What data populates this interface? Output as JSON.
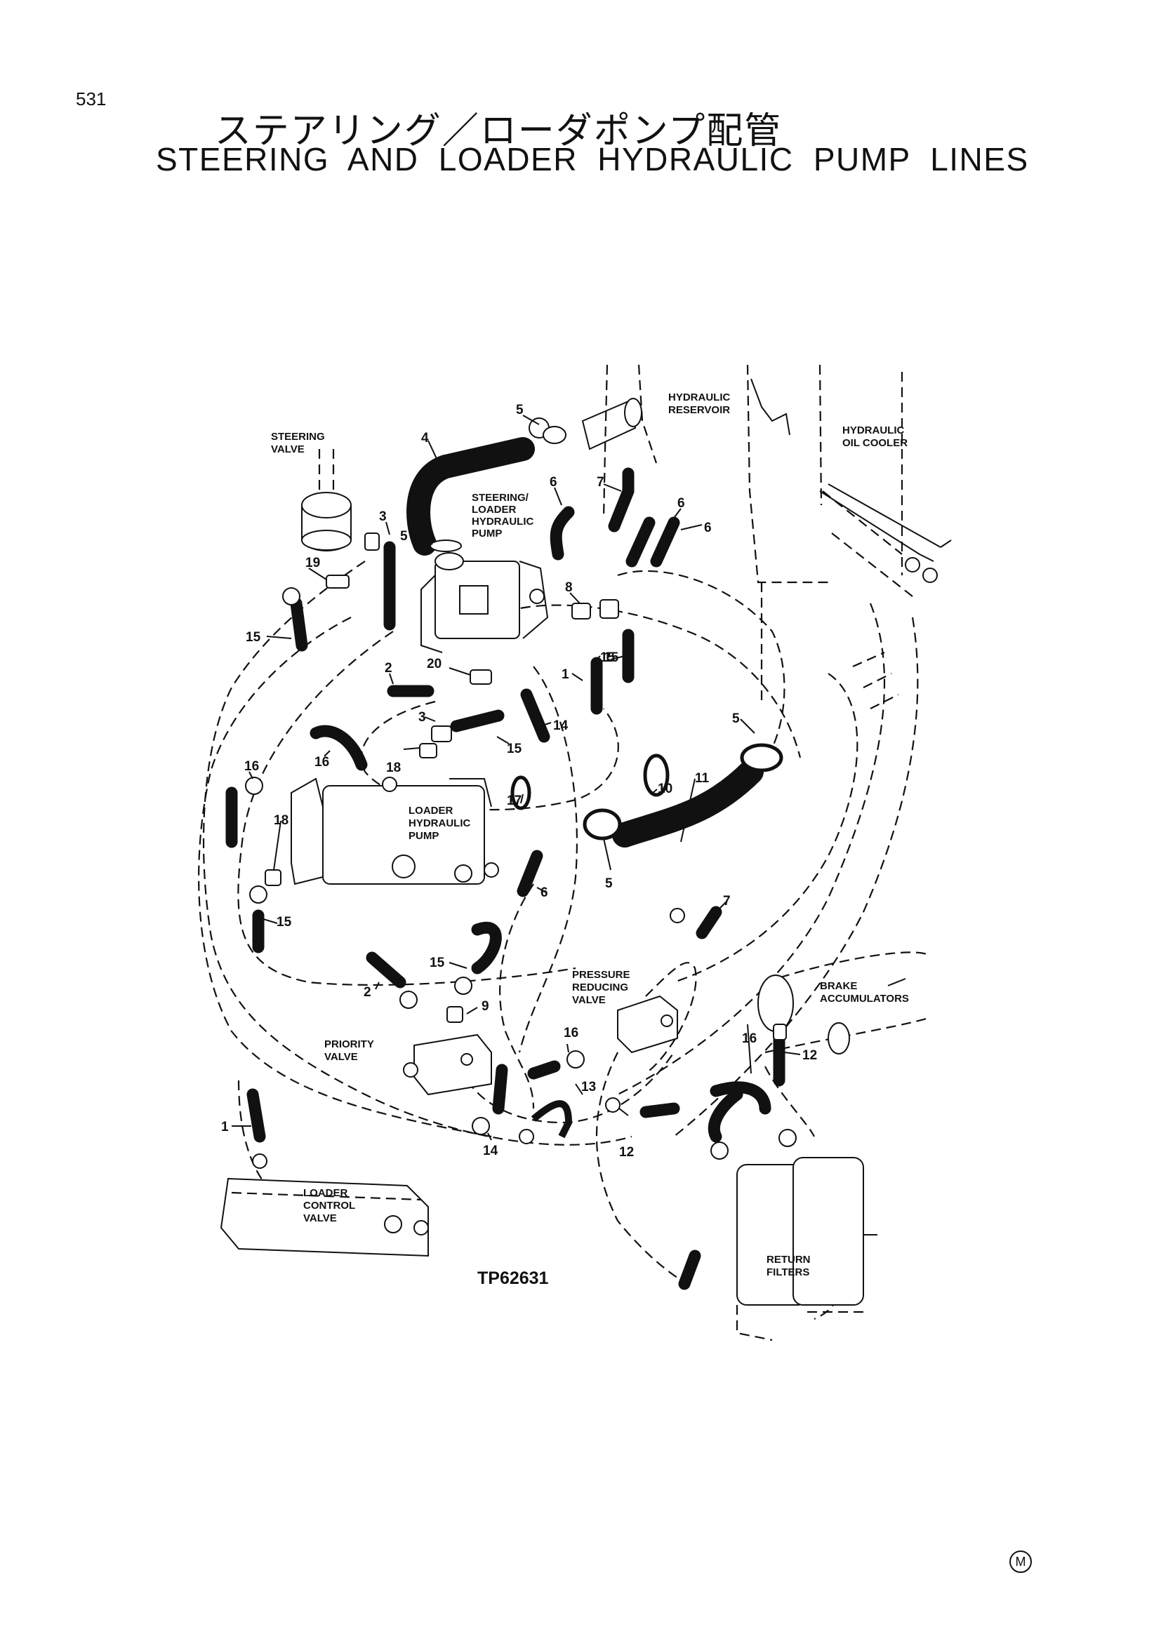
{
  "page_number": "531",
  "title_jp": "ステアリング／ローダポンプ配管",
  "title_en": "STEERING AND LOADER HYDRAULIC PUMP LINES",
  "figure_id": "TP62631",
  "corner_mark": "M",
  "components": {
    "steering_valve": [
      "STEERING",
      "VALVE"
    ],
    "hydraulic_reservoir": [
      "HYDRAULIC",
      "RESERVOIR"
    ],
    "hydraulic_oil_cooler": [
      "HYDRAULIC",
      "OIL COOLER"
    ],
    "steering_loader_pump": [
      "STEERING/",
      "LOADER",
      "HYDRAULIC",
      "PUMP"
    ],
    "loader_hydraulic_pump": [
      "LOADER",
      "HYDRAULIC",
      "PUMP"
    ],
    "pressure_reducing_valve": [
      "PRESSURE",
      "REDUCING",
      "VALVE"
    ],
    "brake_accumulators": [
      "BRAKE",
      "ACCUMULATORS"
    ],
    "priority_valve": [
      "PRIORITY",
      "VALVE"
    ],
    "loader_control_valve": [
      "LOADER",
      "CONTROL",
      "VALVE"
    ],
    "return_filters": [
      "RETURN",
      "FILTERS"
    ]
  },
  "callouts": [
    "5",
    "4",
    "3",
    "5",
    "6",
    "7",
    "6",
    "6",
    "19",
    "15",
    "8",
    "15",
    "2",
    "20",
    "1",
    "15",
    "3",
    "14",
    "18",
    "15",
    "16",
    "16",
    "5",
    "10",
    "11",
    "17",
    "18",
    "5",
    "6",
    "15",
    "7",
    "15",
    "2",
    "9",
    "16",
    "12",
    "13",
    "14",
    "12",
    "1"
  ]
}
